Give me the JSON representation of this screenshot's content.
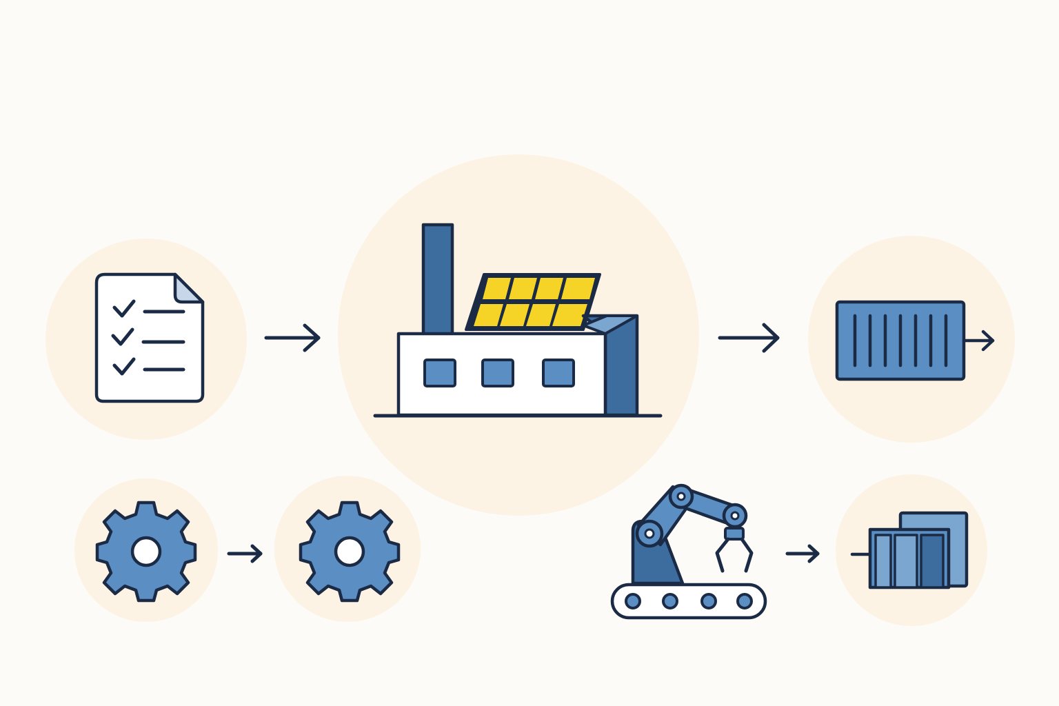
{
  "colors": {
    "background": "#fdfbf7",
    "circle": "#fcf3e4",
    "outline": "#1b2b45",
    "blue": "#5b8ec3",
    "blue_dark": "#3d6c9e",
    "blue_light": "#7ba6d0",
    "blue_pale": "#c7d7e9",
    "solar": "#f5d327",
    "white": "#ffffff"
  },
  "nodes": [
    {
      "id": "checklist",
      "icon": "checklist-document-icon"
    },
    {
      "id": "factory",
      "icon": "solar-factory-icon"
    },
    {
      "id": "container",
      "icon": "shipping-container-icon"
    },
    {
      "id": "gear-input",
      "icon": "gear-icon"
    },
    {
      "id": "gear-output",
      "icon": "gear-icon"
    },
    {
      "id": "robot",
      "icon": "robotic-arm-conveyor-icon"
    },
    {
      "id": "boxes",
      "icon": "stacked-boxes-icon"
    }
  ],
  "edges": [
    {
      "from": "checklist",
      "to": "factory"
    },
    {
      "from": "factory",
      "to": "container"
    },
    {
      "from": "gear-input",
      "to": "gear-output"
    },
    {
      "from": "robot",
      "to": "boxes"
    }
  ]
}
